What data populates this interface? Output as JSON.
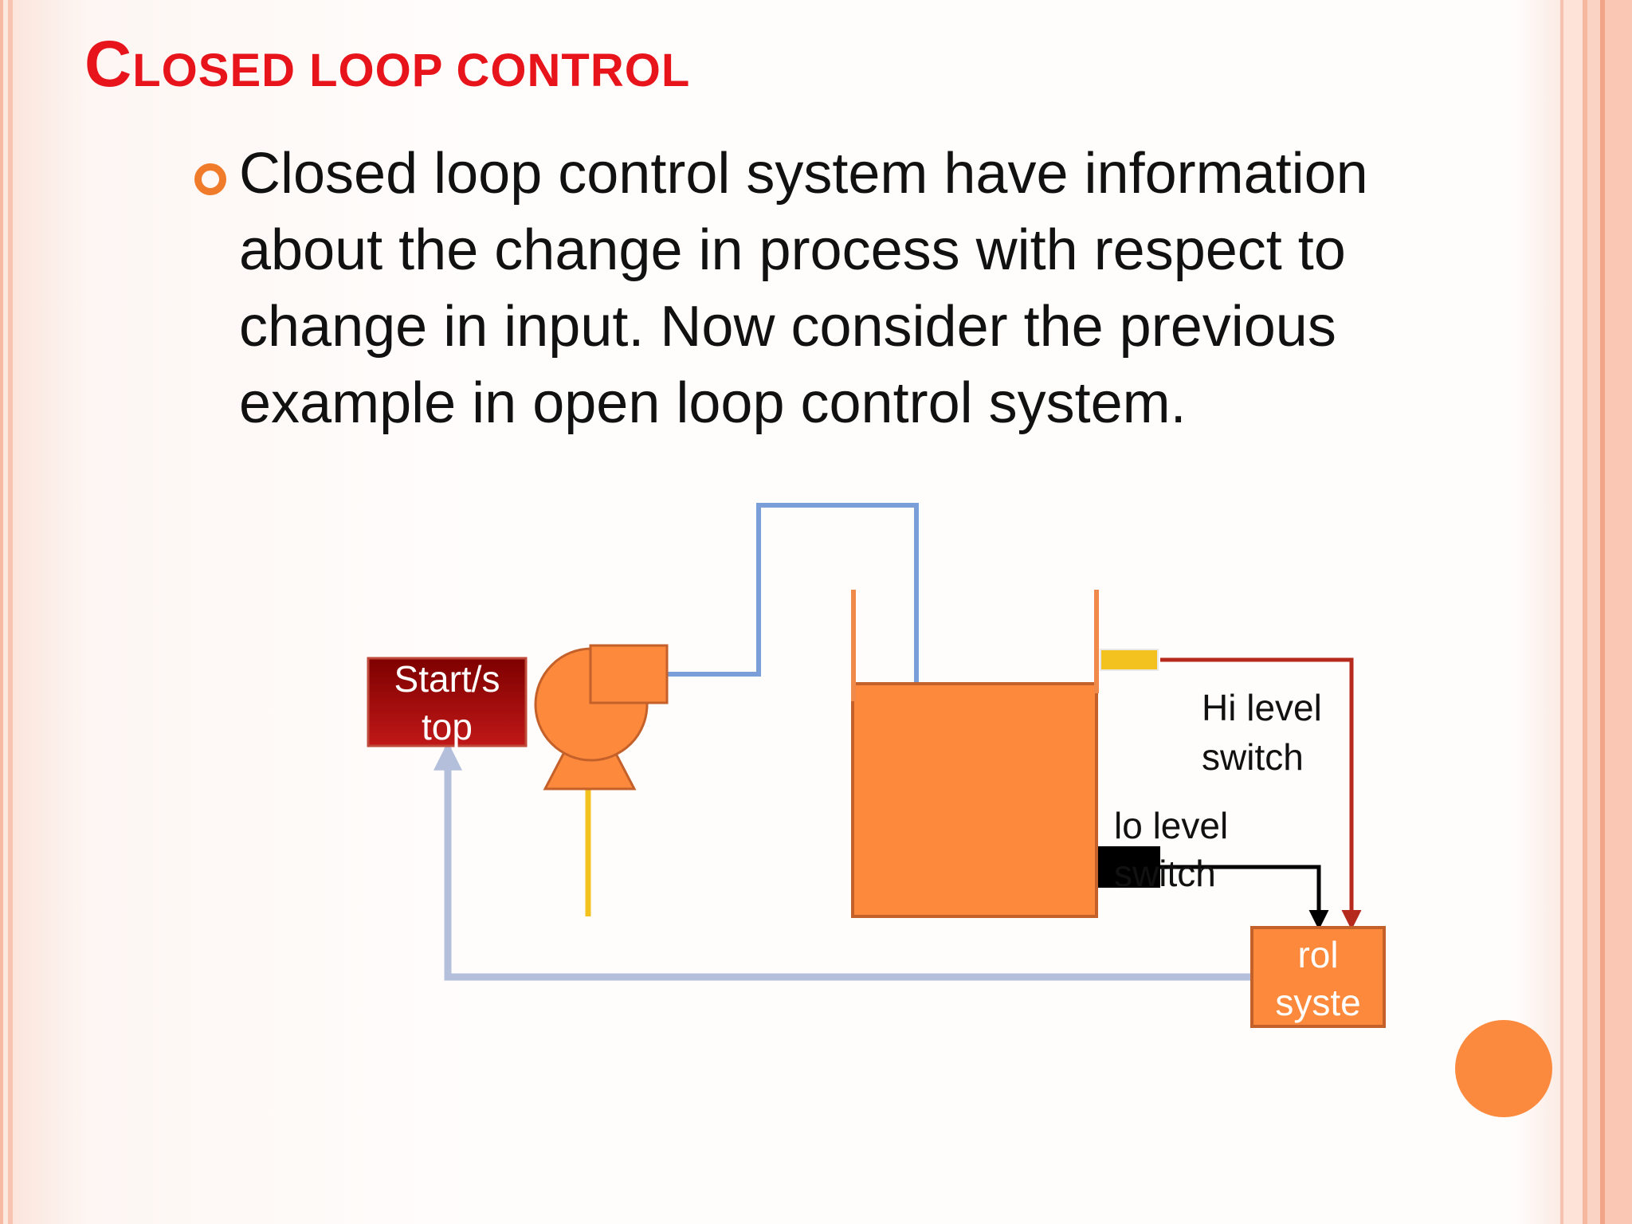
{
  "slide": {
    "title_first_letter": "C",
    "title_rest": "LOSED LOOP CONTROL",
    "bullet_text": "Closed loop control system have information about the change in process with respect to change in input. Now consider the previous example in open loop control system."
  },
  "diagram": {
    "start_stop_label_1": "Start/s",
    "start_stop_label_2": "top",
    "hi_level_label_1": "Hi level",
    "hi_level_label_2": "switch",
    "lo_level_label_1": "lo level",
    "lo_level_label_2": "switch",
    "control_label_1": "rol",
    "control_label_2": "syste"
  },
  "colors": {
    "title": "#e8141c",
    "accent_orange": "#fd8a3c",
    "start_stop_box": "#a50d0d",
    "pipe_blue": "#7a9ed8",
    "feedback_line": "#b4bfdc",
    "hi_signal": "#b52a1c",
    "sensor_yellow": "#f4c21e"
  }
}
